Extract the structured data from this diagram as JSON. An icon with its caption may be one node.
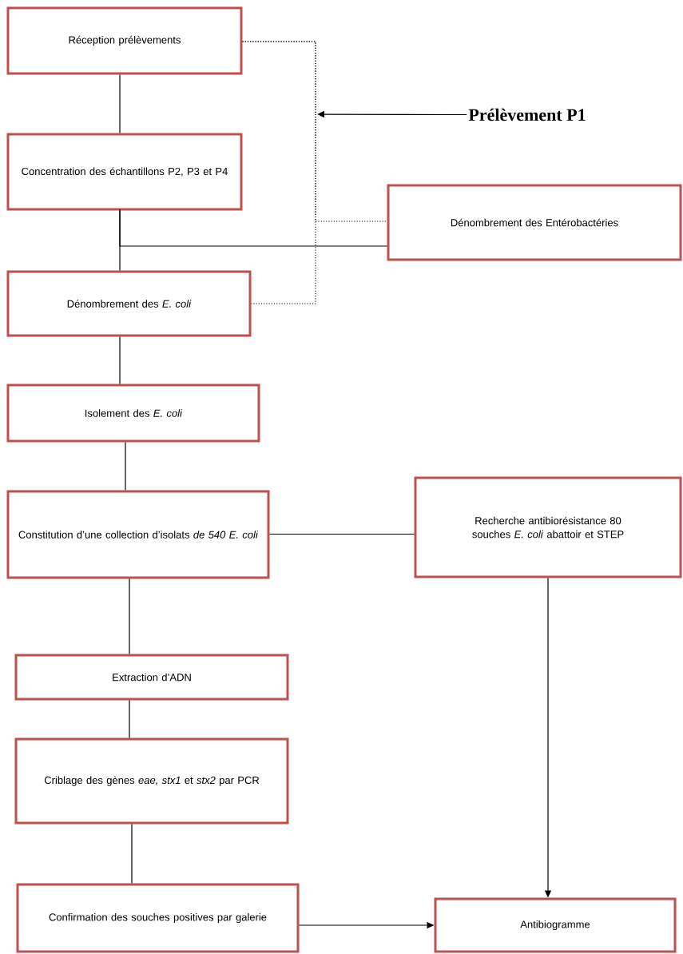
{
  "diagram": {
    "nodes": [
      {
        "text": [
          "Réception prélèvements"
        ]
      },
      {
        "text": [
          "Concentration des échantillons P2, P3 et P4"
        ]
      },
      {
        "text": [
          "Dénombrement des Entérobactéries"
        ]
      },
      {
        "text": [
          "Dénombrement des *E. coli*"
        ]
      },
      {
        "text": [
          "Prélèvement P1"
        ]
      },
      {
        "text": [
          "Isolement des *E. coli*"
        ]
      },
      {
        "text": [
          "Constitution d’une collection d’isolats *de 540 E. coli*"
        ]
      },
      {
        "text": [
          "Recherche antibiorésistance 80 souches *E. coli* abattoir et STEP"
        ]
      },
      {
        "text": [
          "Extraction d’ADN"
        ]
      },
      {
        "text": [
          "Criblage des gènes *eae, stx1* et *stx2* par PCR"
        ]
      },
      {
        "text": [
          "Confirmation des souches positives par galerie"
        ]
      },
      {
        "text": [
          "Antibiogramme"
        ]
      }
    ],
    "edges": [
      {
        "from": 0,
        "to": 1,
        "arrow": "none"
      },
      {
        "from": 1,
        "to": 3,
        "arrow": "none"
      },
      {
        "from": 1,
        "to": 2,
        "arrow": "none"
      },
      {
        "from": 0,
        "to": 3,
        "arrow": "none",
        "style": "dashed"
      },
      {
        "from": 0,
        "to": 2,
        "arrow": "none",
        "style": "dashed"
      },
      {
        "from": 4,
        "to": null,
        "arrow": "to"
      },
      {
        "from": 3,
        "to": 5,
        "arrow": "none"
      },
      {
        "from": 5,
        "to": 6,
        "arrow": "none"
      },
      {
        "from": 6,
        "to": 7,
        "arrow": "none"
      },
      {
        "from": 6,
        "to": 8,
        "arrow": "none"
      },
      {
        "from": 8,
        "to": 9,
        "arrow": "none"
      },
      {
        "from": 9,
        "to": 10,
        "arrow": "none"
      },
      {
        "from": 10,
        "to": 11,
        "arrow": "to"
      },
      {
        "from": 7,
        "to": 11,
        "arrow": "to"
      }
    ]
  }
}
